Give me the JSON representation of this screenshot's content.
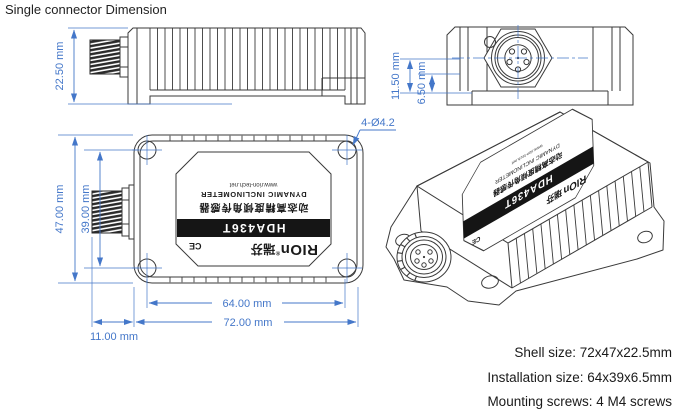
{
  "title": "Single connector Dimension",
  "colors": {
    "dimension_blue": "#4477c9",
    "drawing_line": "#3a3a3a",
    "label_band": "#151515"
  },
  "dimensions": {
    "side_height": "22.50 mm",
    "flange_height": "11.50 mm",
    "base_height": "6.50 mm",
    "body_height": "47.00 mm",
    "hole_spacing_vertical": "39.00 mm",
    "hole_spacing_horizontal": "64.00 mm",
    "body_width": "72.00 mm",
    "connector_length": "11.00 mm",
    "hole_callout": "4-Ø4.2"
  },
  "device_label": {
    "brand": "RIOn",
    "reg_mark": "®",
    "brand_cn": "瑞芬",
    "ce_mark": "CE",
    "model": "HDA436T",
    "product_cn": "动态高精度倾角传感器",
    "product_en": "DYNAMIC INCLINOMETER",
    "website": "www.rion-tech.net"
  },
  "specs": {
    "shell_size": "Shell size: 72x47x22.5mm",
    "installation_size": "Installation size: 64x39x6.5mm",
    "mounting_screws": "Mounting screws: 4 M4 screws"
  }
}
